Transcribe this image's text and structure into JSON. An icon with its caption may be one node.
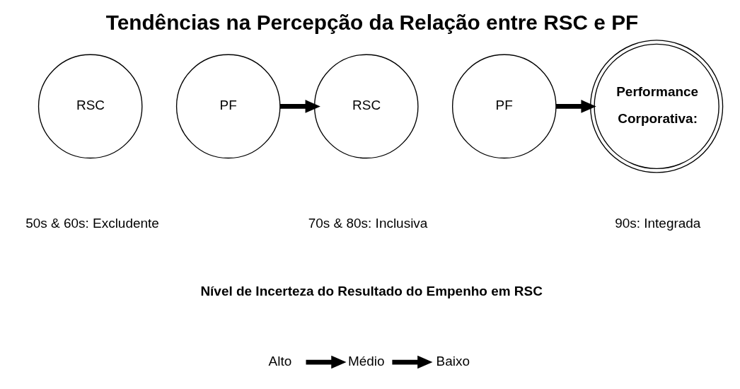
{
  "diagram": {
    "title": "Tendências na Percepção da Relação entre RSC e PF",
    "nodes": [
      {
        "text": [
          "RSC"
        ]
      },
      {
        "text": [
          "PF"
        ]
      },
      {
        "text": [
          "RSC"
        ]
      },
      {
        "text": [
          "PF"
        ]
      },
      {
        "text": [
          "Performance Corporativa:"
        ]
      },
      {
        "text": [
          "Alto"
        ]
      },
      {
        "text": [
          "Médio"
        ]
      },
      {
        "text": [
          "Baixo"
        ]
      }
    ],
    "edges": [
      {
        "from": 1,
        "to": 2,
        "arrow": "to"
      },
      {
        "from": 3,
        "to": 4,
        "arrow": "to"
      },
      {
        "from": 5,
        "to": 6,
        "arrow": "to"
      },
      {
        "from": 6,
        "to": 7,
        "arrow": "to"
      }
    ],
    "labels": [
      "50s & 60s: Excludente",
      "70s & 80s: Inclusiva",
      "90s: Integrada",
      "Nível de Incerteza do Resultado do Empenho em RSC"
    ]
  }
}
